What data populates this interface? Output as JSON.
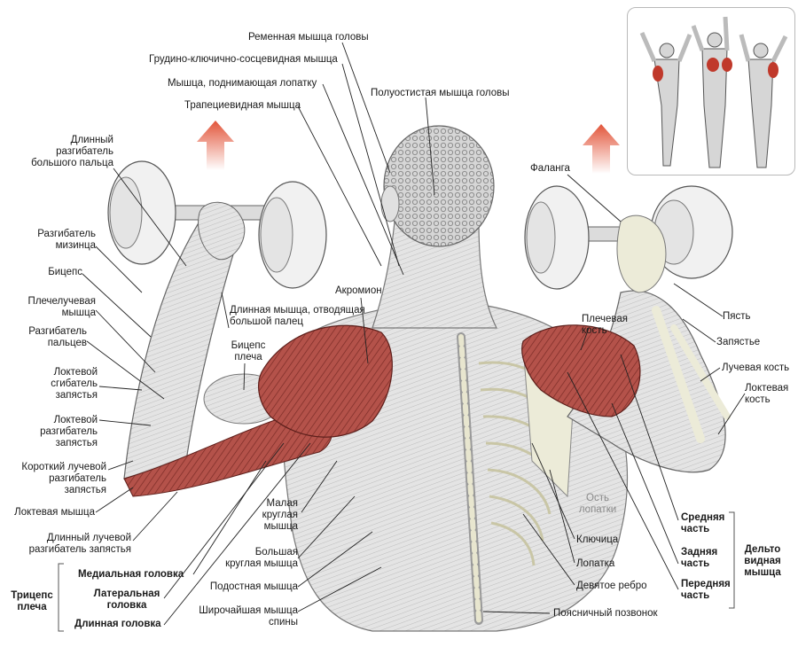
{
  "labels": {
    "remennaya": "Ременная мышца головы",
    "grudino": "Грудино-ключично-сосцевидная мышца",
    "podnimayushaya": "Мышца, поднимающая лопатку",
    "trapeciya": "Трапециевидная мышца",
    "poluostistaya": "Полуостистая мышца головы",
    "dlinny_razgib": "Длинный\nразгибатель\nбольшого пальца",
    "falanga": "Фаланга",
    "razgib_mizinca": "Разгибатель\nмизинца",
    "biceps": "Бицепс",
    "plecheluchevaya": "Плечелучевая\nмышца",
    "razgib_palcev": "Разгибатель\nпальцев",
    "loktevoy_sgibatel": "Локтевой\nсгибатель\nзапястья",
    "loktevoy_razgib": "Локтевой\nразгибатель\nзапястья",
    "korotkiy": "Короткий лучевой\nразгибатель\nзапястья",
    "loktevaya_myshca": "Локтевая мышца",
    "dlinny_luchevoy": "Длинный лучевой\nразгибатель запястья",
    "akromion": "Акромион",
    "dlinnaya_otvod": "Длинная мышца, отводящая\nбольшой палец",
    "biceps_plecha": "Бицепс\nплеча",
    "plechevaya": "Плечевая\nкость",
    "pyast": "Пясть",
    "zapyaste": "Запястье",
    "luchevaya": "Лучевая кость",
    "loktevaya_kost": "Локтевая\nкость",
    "os_lopatki": "Ость\nлопатки",
    "malaya_kruglaya": "Малая\nкруглая\nмышца",
    "bolshaya_kruglaya": "Большая\nкруглая мышца",
    "podostnaya": "Подостная мышца",
    "shirochayshaya": "Широчайшая мышца\nспины",
    "klyuchica": "Ключица",
    "lopatka": "Лопатка",
    "devyatoe": "Девятое ребро",
    "poyasnichny": "Поясничный позвонок",
    "srednyaya": "Средняя\nчасть",
    "zadnyaya": "Задняя\nчасть",
    "perednyaya": "Передняя\nчасть",
    "delto": "Дельто\nвидная\nмышца",
    "medialnaya": "Медиальная головка",
    "lateralnaya": "Латеральная\nголовка",
    "dlinnaya_golovka": "Длинная головка",
    "triceps": "Трицепс\nплеча"
  },
  "colors": {
    "muscle_red": "#a8463f",
    "muscle_grey": "#d9d9d9",
    "bone": "#ecebd8",
    "arrow": "#e2553a",
    "leader": "#222222",
    "bracket": "#555555"
  },
  "icons": {
    "up_arrow_left": "arrow-up-icon",
    "up_arrow_right": "arrow-up-icon"
  }
}
